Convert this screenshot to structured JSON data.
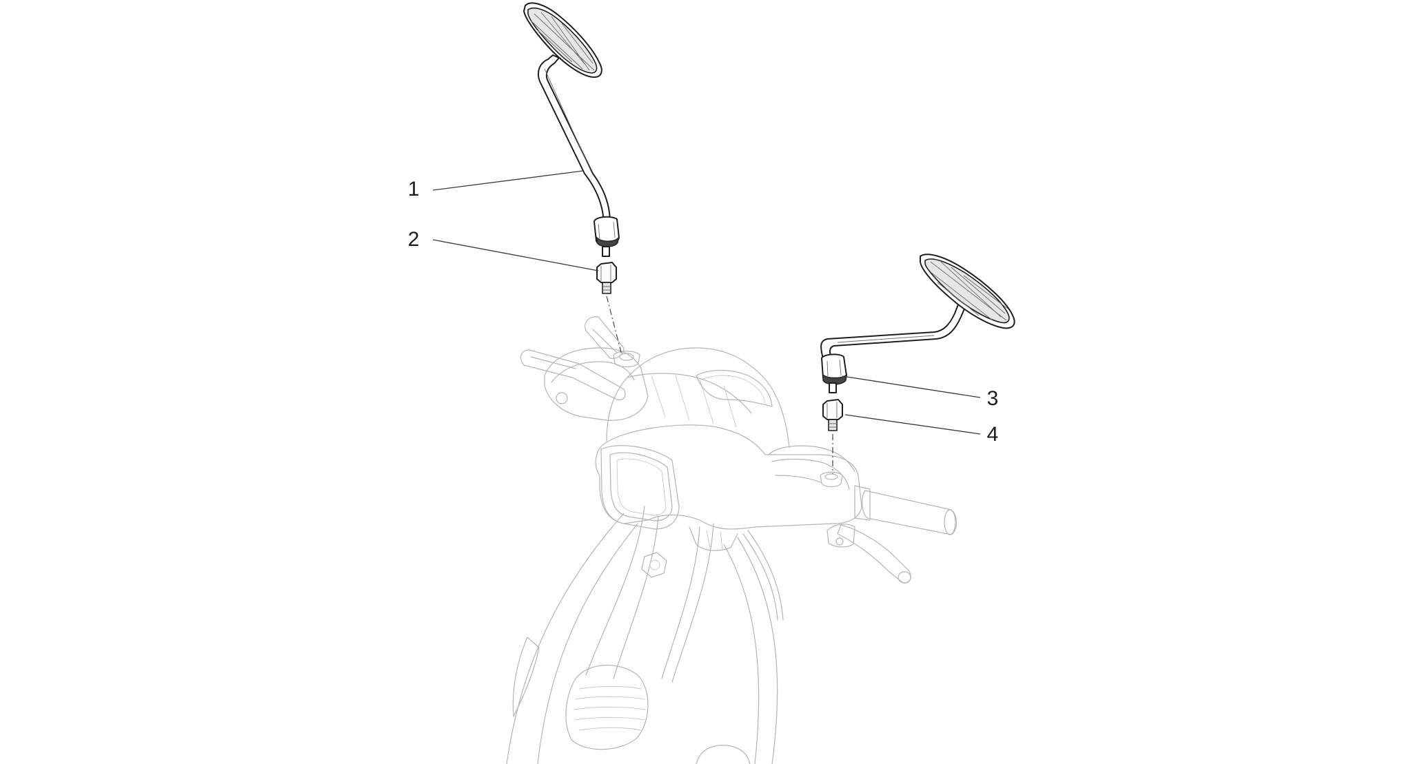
{
  "diagram": {
    "callouts": [
      {
        "id": "1",
        "label": "1"
      },
      {
        "id": "2",
        "label": "2"
      },
      {
        "id": "3",
        "label": "3"
      },
      {
        "id": "4",
        "label": "4"
      }
    ],
    "colors": {
      "background": "#ffffff",
      "part_line": "#1e1e1e",
      "ghost_line": "#b4b4b4",
      "leader_line": "#3a3a3a"
    }
  }
}
